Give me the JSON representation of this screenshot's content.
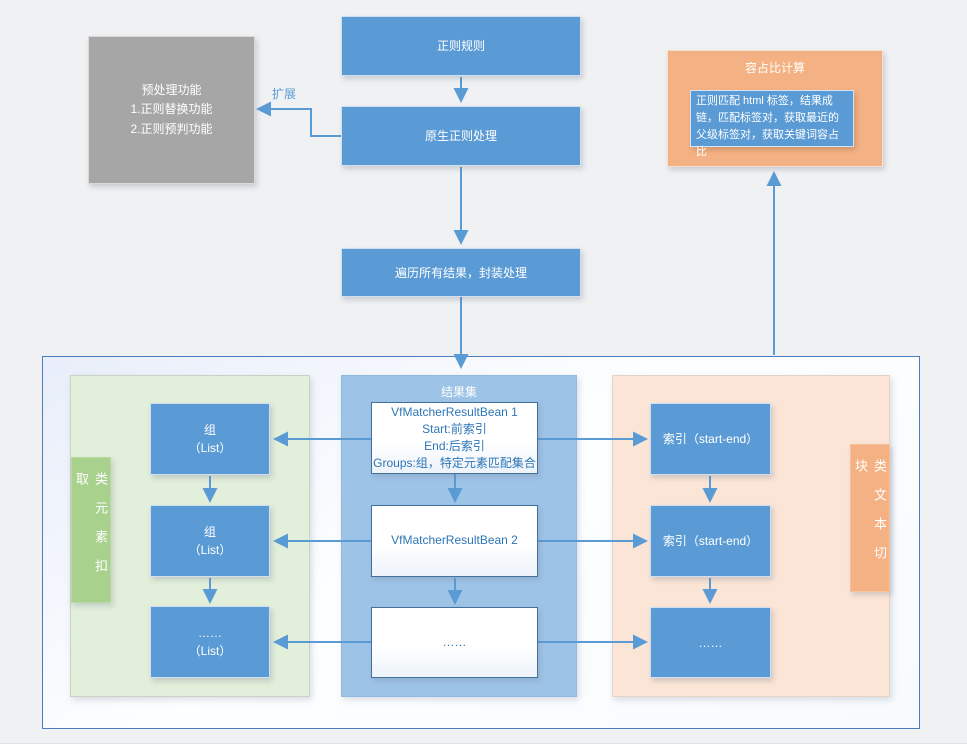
{
  "colors": {
    "node_blue": "#5b9bd5",
    "container_blue": "#9dc3e6",
    "container_green": "#e2efda",
    "label_green": "#a9d18e",
    "container_orange": "#fbe5d6",
    "label_orange": "#f4b183",
    "node_gray": "#a6a6a6",
    "arrow": "#5b9bd5",
    "bean_text": "#2e75b6",
    "outer_border": "#4a7dbd"
  },
  "flow": {
    "regex_rule": "正则规则",
    "native_process": "原生正则处理",
    "traverse": "遍历所有结果，封装处理",
    "extend_label": "扩展"
  },
  "preprocess": {
    "line1": "预处理功能",
    "line2": "1.正则替换功能",
    "line3": "2.正则预判功能"
  },
  "ratio": {
    "title": "容占比计算",
    "body": "正则匹配 html 标签，结果成链，匹配标签对，获取最近的父级标签对，获取关键词容占比"
  },
  "result_set": {
    "title": "结果集",
    "bean1": {
      "line1": "VfMatcherResultBean 1",
      "line2": "Start:前索引",
      "line3": "End:后索引",
      "line4": "Groups:组，特定元素匹配集合"
    },
    "bean2": "VfMatcherResultBean 2",
    "bean3": "……"
  },
  "groups": {
    "label": "类元素扣取",
    "boxes": [
      {
        "line1": "组",
        "line2": "（List）"
      },
      {
        "line1": "组",
        "line2": "（List）"
      },
      {
        "line1": "……",
        "line2": "（List）"
      }
    ]
  },
  "indexes": {
    "label": "类文本切块",
    "boxes": [
      {
        "text": "索引（start-end）"
      },
      {
        "text": "索引（start-end）"
      },
      {
        "text": "……"
      }
    ]
  }
}
